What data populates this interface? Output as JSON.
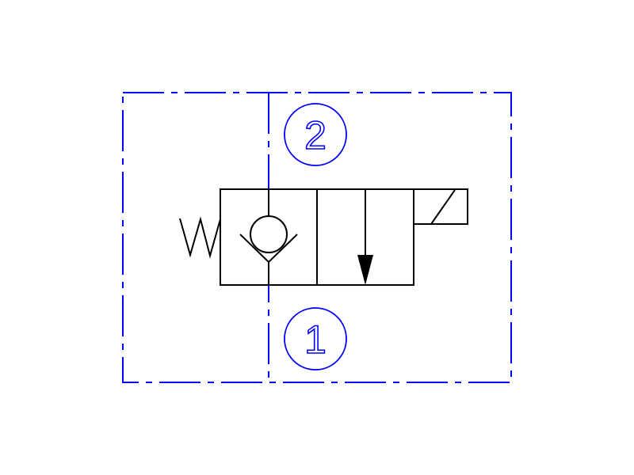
{
  "diagram": {
    "type": "hydraulic-schematic",
    "ports": [
      {
        "label": "2"
      },
      {
        "label": "1"
      }
    ],
    "colors": {
      "outline": "#0000ff",
      "symbol": "#000000",
      "background": "#ffffff"
    }
  }
}
